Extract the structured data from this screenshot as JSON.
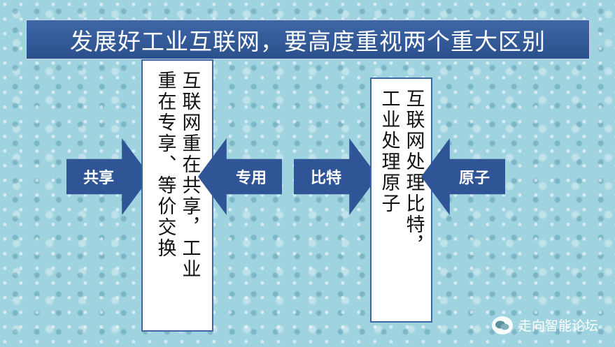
{
  "title": "发展好工业互联网，要高度重视两个重大区别",
  "left_group": {
    "arrow_left_label": "共享",
    "arrow_right_label": "专用",
    "box_columns": [
      "互联网重在共享，工业",
      "重在专享、等价交换"
    ]
  },
  "right_group": {
    "arrow_left_label": "比特",
    "arrow_right_label": "原子",
    "box_columns": [
      "互联网处理比特，",
      "工业处理原子"
    ]
  },
  "watermark": {
    "icon": "wechat-icon",
    "text": "走向智能论坛"
  },
  "colors": {
    "arrow_fill": "#2f5596",
    "title_fill": "#3f67a6",
    "box_border": "#3f67a6",
    "background": "#9ed3df"
  }
}
